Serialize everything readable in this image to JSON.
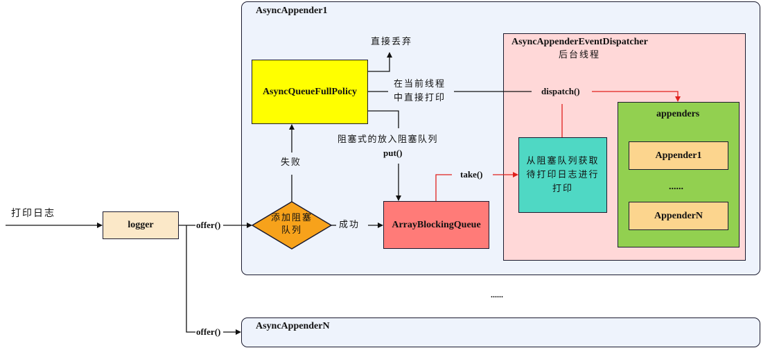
{
  "input_label": "打印日志",
  "logger": {
    "label": "logger"
  },
  "offer_label_1": "offer()",
  "offer_label_2": "offer()",
  "async_appender_1": {
    "title": "AsyncAppender1",
    "policy_box": "AsyncQueueFullPolicy",
    "discard_label": "直接丢弃",
    "print_current_thread_line1": "在当前线程",
    "print_current_thread_line2": "中直接打印",
    "blocking_put_label": "阻塞式的放入阻塞队列",
    "put_label": "put()",
    "fail_label": "失败",
    "decision_line1": "添加阻塞",
    "decision_line2": "队列",
    "success_label": "成功",
    "queue_box": "ArrayBlockingQueue",
    "take_label": "take()",
    "dispatcher": {
      "title": "AsyncAppenderEventDispatcher",
      "subtitle": "后台线程",
      "dispatch_label": "dispatch()",
      "worker_line1": "从阻塞队列获取",
      "worker_line2": "待打印日志进行",
      "worker_line3": "打印",
      "appenders": {
        "title": "appenders",
        "items": [
          "Appender1",
          "AppenderN"
        ],
        "ellipsis": "......"
      }
    }
  },
  "between_ellipsis": "......",
  "async_appender_n": {
    "title": "AsyncAppenderN"
  },
  "colors": {
    "container_bg": "#eef3fc",
    "policy_yellow": "#ffff00",
    "logger_bg": "#fbe8c8",
    "decision_orange": "#f7a21b",
    "queue_red": "#ff7b78",
    "dispatcher_pink": "#ffd8d8",
    "worker_teal": "#4fd8c4",
    "appenders_green": "#92d050",
    "appender_item": "#fcd58e",
    "red_line": "#e0201c"
  }
}
